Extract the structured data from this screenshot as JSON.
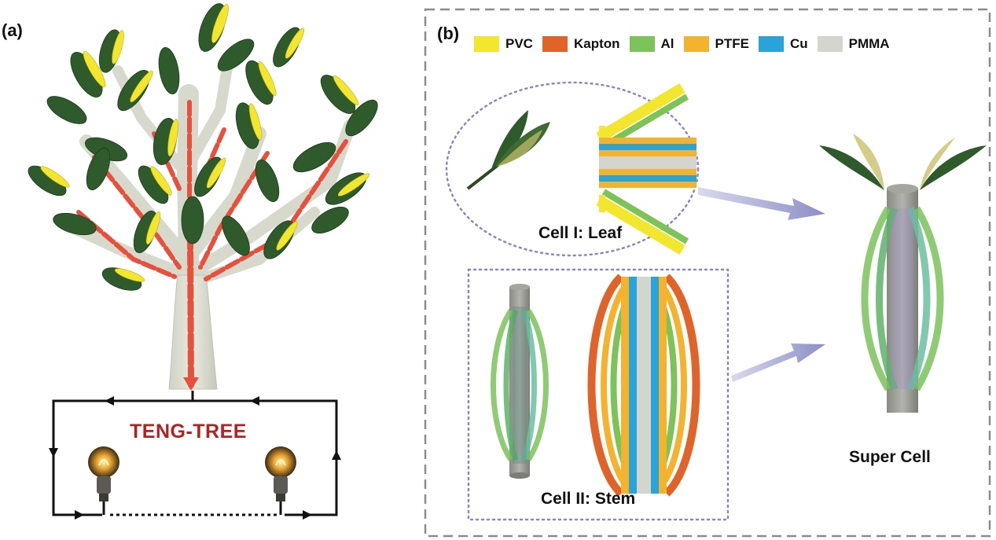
{
  "panels": {
    "a_label": "(a)",
    "b_label": "(b)"
  },
  "tree_title": "TENG-TREE",
  "legend": [
    {
      "label": "PVC",
      "color": "#f2e62e"
    },
    {
      "label": "Kapton",
      "color": "#e0642a"
    },
    {
      "label": "Al",
      "color": "#7cc35a"
    },
    {
      "label": "PTFE",
      "color": "#f3b32e"
    },
    {
      "label": "Cu",
      "color": "#2aa3d8"
    },
    {
      "label": "PMMA",
      "color": "#d5d5d0"
    }
  ],
  "cells": {
    "leaf": "Cell I: Leaf",
    "stem": "Cell II: Stem",
    "super": "Super Cell"
  }
}
